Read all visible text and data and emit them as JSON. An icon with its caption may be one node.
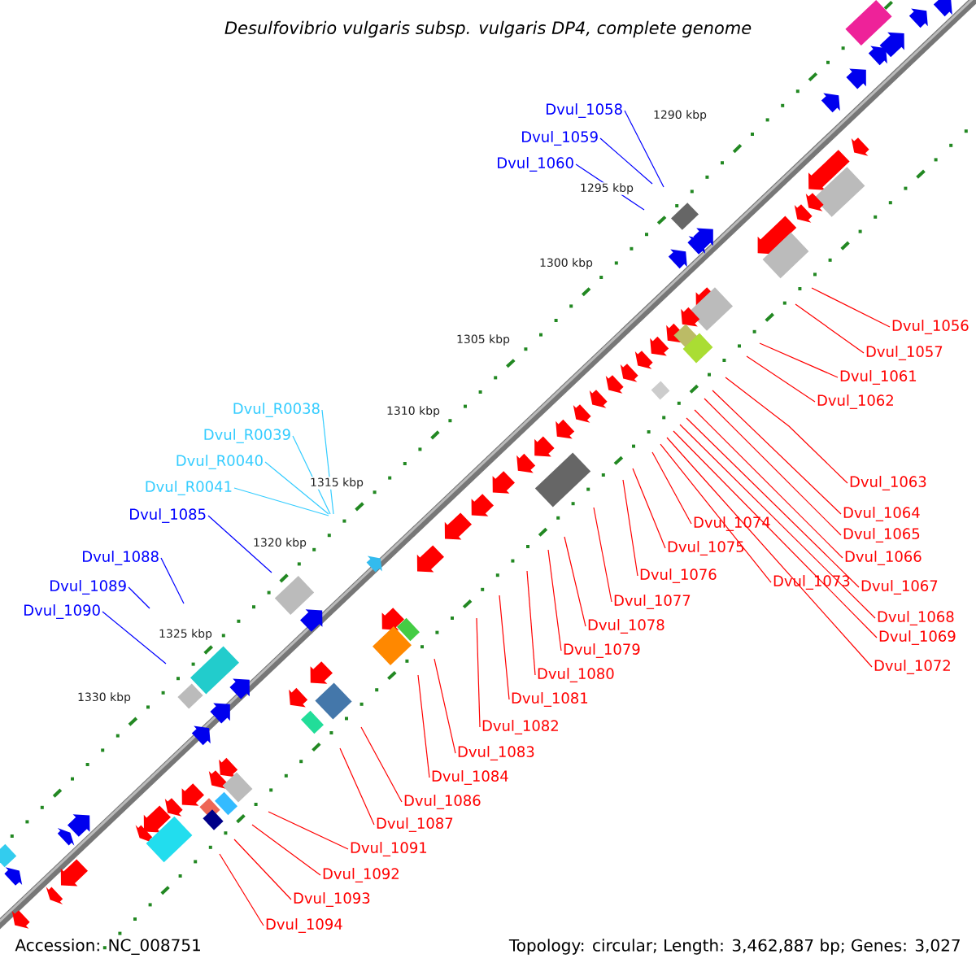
{
  "diagram": {
    "title": "Desulfovibrio vulgaris subsp. vulgaris DP4, complete genome",
    "nodes": [
      {
        "text": [
          "Dvul_1058"
        ]
      },
      {
        "text": [
          "Dvul_1059"
        ]
      },
      {
        "text": [
          "Dvul_1060"
        ]
      },
      {
        "text": [
          "Dvul_1056"
        ]
      },
      {
        "text": [
          "Dvul_1057"
        ]
      },
      {
        "text": [
          "Dvul_1061"
        ]
      },
      {
        "text": [
          "Dvul_1062"
        ]
      },
      {
        "text": [
          "Dvul_1063"
        ]
      },
      {
        "text": [
          "Dvul_1064"
        ]
      },
      {
        "text": [
          "Dvul_1065"
        ]
      },
      {
        "text": [
          "Dvul_1066"
        ]
      },
      {
        "text": [
          "Dvul_1067"
        ]
      },
      {
        "text": [
          "Dvul_1068"
        ]
      },
      {
        "text": [
          "Dvul_1069"
        ]
      },
      {
        "text": [
          "Dvul_1072"
        ]
      },
      {
        "text": [
          "Dvul_1073"
        ]
      },
      {
        "text": [
          "Dvul_1074"
        ]
      },
      {
        "text": [
          "Dvul_1075"
        ]
      },
      {
        "text": [
          "Dvul_1076"
        ]
      },
      {
        "text": [
          "Dvul_1077"
        ]
      },
      {
        "text": [
          "Dvul_1078"
        ]
      },
      {
        "text": [
          "Dvul_1079"
        ]
      },
      {
        "text": [
          "Dvul_1080"
        ]
      },
      {
        "text": [
          "Dvul_1081"
        ]
      },
      {
        "text": [
          "Dvul_1082"
        ]
      },
      {
        "text": [
          "Dvul_1083"
        ]
      },
      {
        "text": [
          "Dvul_1084"
        ]
      },
      {
        "text": [
          "Dvul_1086"
        ]
      },
      {
        "text": [
          "Dvul_1087"
        ]
      },
      {
        "text": [
          "Dvul_1091"
        ]
      },
      {
        "text": [
          "Dvul_1092"
        ]
      },
      {
        "text": [
          "Dvul_1093"
        ]
      },
      {
        "text": [
          "Dvul_1094"
        ]
      },
      {
        "text": [
          "Dvul_R0038"
        ]
      },
      {
        "text": [
          "Dvul_R0039"
        ]
      },
      {
        "text": [
          "Dvul_R0040"
        ]
      },
      {
        "text": [
          "Dvul_R0041"
        ]
      },
      {
        "text": [
          "Dvul_1085"
        ]
      },
      {
        "text": [
          "Dvul_1088"
        ]
      },
      {
        "text": [
          "Dvul_1089"
        ]
      },
      {
        "text": [
          "Dvul_1090"
        ]
      }
    ],
    "edges": [
      {
        "from": 0,
        "to": null,
        "arrow": "none",
        "color": "#0000ff"
      },
      {
        "from": 1,
        "to": null,
        "arrow": "none",
        "color": "#0000ff"
      },
      {
        "from": 2,
        "to": null,
        "arrow": "none",
        "color": "#0000ff"
      },
      {
        "from": 3,
        "to": null,
        "arrow": "none"
      },
      {
        "from": 4,
        "to": null,
        "arrow": "none"
      },
      {
        "from": 5,
        "to": null,
        "arrow": "none"
      },
      {
        "from": 6,
        "to": null,
        "arrow": "none"
      },
      {
        "from": 7,
        "to": null,
        "arrow": "none"
      },
      {
        "from": 8,
        "to": null,
        "arrow": "none"
      },
      {
        "from": 9,
        "to": null,
        "arrow": "none"
      },
      {
        "from": 10,
        "to": null,
        "arrow": "none"
      },
      {
        "from": 11,
        "to": null,
        "arrow": "none"
      },
      {
        "from": 12,
        "to": null,
        "arrow": "none"
      },
      {
        "from": 13,
        "to": null,
        "arrow": "none"
      },
      {
        "from": 14,
        "to": null,
        "arrow": "none"
      },
      {
        "from": 15,
        "to": null,
        "arrow": "none"
      },
      {
        "from": 16,
        "to": null,
        "arrow": "none"
      },
      {
        "from": 17,
        "to": null,
        "arrow": "none"
      },
      {
        "from": 18,
        "to": null,
        "arrow": "none"
      },
      {
        "from": 19,
        "to": null,
        "arrow": "none"
      },
      {
        "from": 20,
        "to": null,
        "arrow": "none"
      },
      {
        "from": 21,
        "to": null,
        "arrow": "none"
      },
      {
        "from": 22,
        "to": null,
        "arrow": "none"
      },
      {
        "from": 23,
        "to": null,
        "arrow": "none"
      },
      {
        "from": 24,
        "to": null,
        "arrow": "none"
      },
      {
        "from": 25,
        "to": null,
        "arrow": "none"
      },
      {
        "from": 26,
        "to": null,
        "arrow": "none"
      },
      {
        "from": 27,
        "to": null,
        "arrow": "none"
      },
      {
        "from": 28,
        "to": null,
        "arrow": "none"
      },
      {
        "from": 29,
        "to": null,
        "arrow": "none"
      },
      {
        "from": 30,
        "to": null,
        "arrow": "none"
      },
      {
        "from": 31,
        "to": null,
        "arrow": "none"
      },
      {
        "from": 32,
        "to": null,
        "arrow": "none"
      },
      {
        "from": 33,
        "to": null,
        "arrow": "none",
        "color": "#33ccff"
      },
      {
        "from": 34,
        "to": null,
        "arrow": "none",
        "color": "#33ccff"
      },
      {
        "from": 35,
        "to": null,
        "arrow": "none",
        "color": "#33ccff"
      },
      {
        "from": 36,
        "to": null,
        "arrow": "none",
        "color": "#33ccff"
      },
      {
        "from": 37,
        "to": null,
        "arrow": "none",
        "color": "#0000ff"
      },
      {
        "from": 38,
        "to": null,
        "arrow": "none",
        "color": "#0000ff"
      },
      {
        "from": 39,
        "to": null,
        "arrow": "none",
        "color": "#0000ff"
      },
      {
        "from": 40,
        "to": null,
        "arrow": "none",
        "color": "#0000ff"
      }
    ],
    "labels": [
      "1290 kbp",
      "1295 kbp",
      "1300 kbp",
      "1305 kbp",
      "1310 kbp",
      "1315 kbp",
      "1320 kbp",
      "1325 kbp",
      "1330 kbp",
      "Accession: NC_008751",
      "Topology: circular; Length: 3,462,887 bp; Genes: 3,027"
    ]
  }
}
